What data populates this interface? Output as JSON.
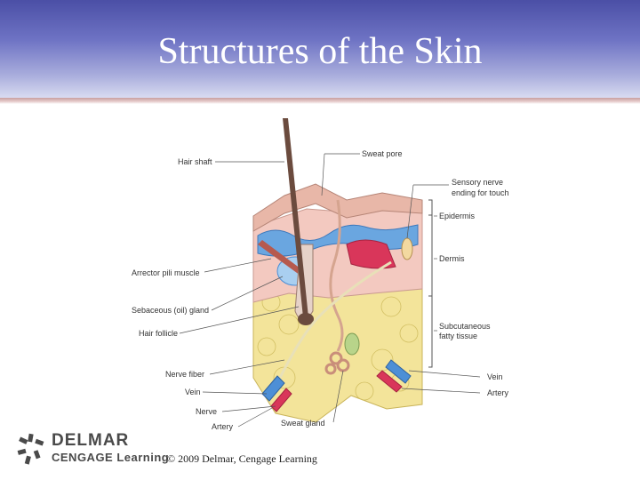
{
  "slide": {
    "title": "Structures of the Skin",
    "copyright": "© 2009 Delmar, Cengage Learning"
  },
  "logo": {
    "word1": "DELMAR",
    "word2": "CENGAGE Learning"
  },
  "diagram": {
    "labels": {
      "hair_shaft": "Hair shaft",
      "sweat_pore": "Sweat pore",
      "sensory_nerve_1": "Sensory nerve",
      "sensory_nerve_2": "ending for touch",
      "epidermis": "Epidermis",
      "dermis": "Dermis",
      "arrector": "Arrector pili muscle",
      "sebaceous": "Sebaceous (oil) gland",
      "hair_follicle": "Hair follicle",
      "subcut_1": "Subcutaneous",
      "subcut_2": "fatty tissue",
      "nerve_fiber": "Nerve fiber",
      "vein_left": "Vein",
      "nerve": "Nerve",
      "artery_left": "Artery",
      "sweat_gland": "Sweat gland",
      "vein_right": "Vein",
      "artery_right": "Artery"
    }
  },
  "colors": {
    "epidermis": "#e8b7a8",
    "dermis_pink": "#f3c9c0",
    "fat": "#f3e49a",
    "blood_red": "#d9365a",
    "vessel_blue": "#4d8fd6",
    "hair": "#6b4b3e"
  }
}
